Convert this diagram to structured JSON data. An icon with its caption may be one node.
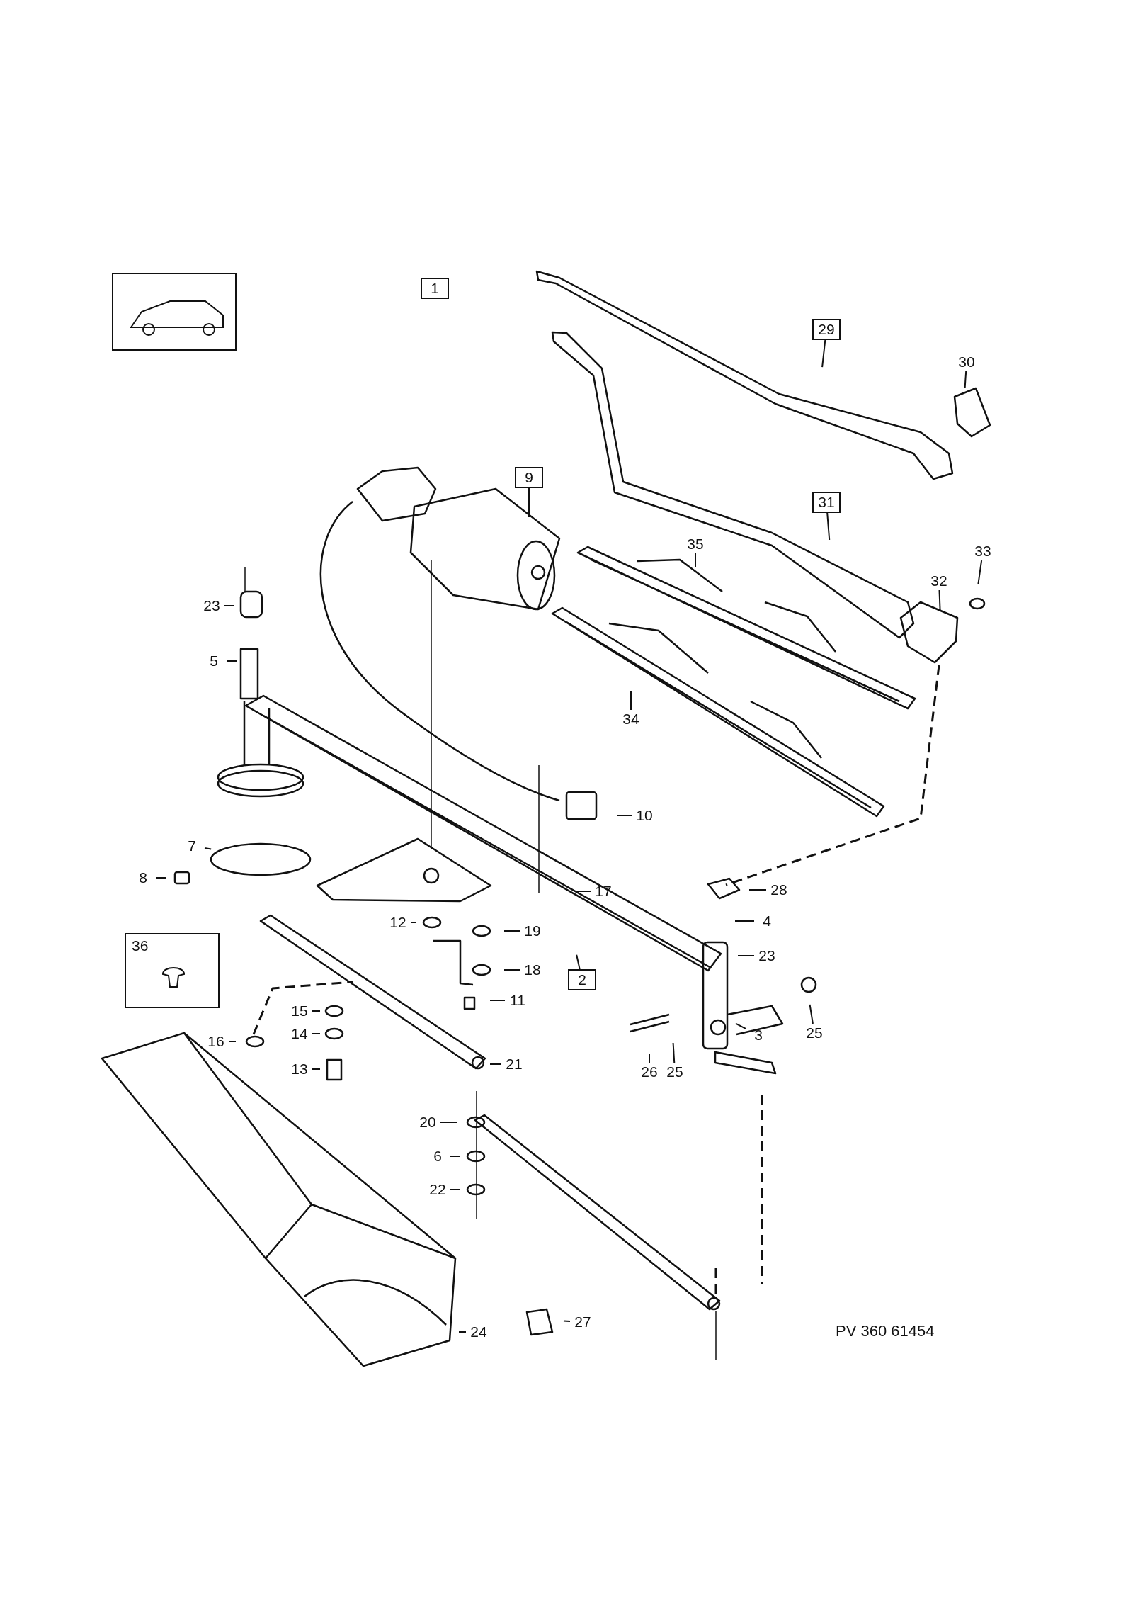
{
  "diagram": {
    "nodes": [
      {
        "text": [
          "1"
        ]
      },
      {
        "text": [
          "29"
        ]
      },
      {
        "text": [
          "30"
        ]
      },
      {
        "text": [
          "9"
        ]
      },
      {
        "text": [
          "31"
        ]
      },
      {
        "text": [
          "35"
        ]
      },
      {
        "text": [
          "33"
        ]
      },
      {
        "text": [
          "32"
        ]
      },
      {
        "text": [
          "23"
        ]
      },
      {
        "text": [
          "5"
        ]
      },
      {
        "text": [
          "34"
        ]
      },
      {
        "text": [
          "10"
        ]
      },
      {
        "text": [
          "7"
        ]
      },
      {
        "text": [
          "8"
        ]
      },
      {
        "text": [
          "17"
        ]
      },
      {
        "text": [
          "28"
        ]
      },
      {
        "text": [
          "12"
        ]
      },
      {
        "text": [
          "4"
        ]
      },
      {
        "text": [
          "19"
        ]
      },
      {
        "text": [
          "36"
        ]
      },
      {
        "text": [
          "23"
        ]
      },
      {
        "text": [
          "2"
        ]
      },
      {
        "text": [
          "18"
        ]
      },
      {
        "text": [
          "11"
        ]
      },
      {
        "text": [
          "15"
        ]
      },
      {
        "text": [
          "16"
        ]
      },
      {
        "text": [
          "14"
        ]
      },
      {
        "text": [
          "3"
        ]
      },
      {
        "text": [
          "25"
        ]
      },
      {
        "text": [
          "21"
        ]
      },
      {
        "text": [
          "13"
        ]
      },
      {
        "text": [
          "26"
        ]
      },
      {
        "text": [
          "25"
        ]
      },
      {
        "text": [
          "20"
        ]
      },
      {
        "text": [
          "6"
        ]
      },
      {
        "text": [
          "22"
        ]
      },
      {
        "text": [
          "27"
        ]
      },
      {
        "text": [
          "24"
        ]
      }
    ],
    "edges": [
      {
        "from": 1,
        "to": null,
        "arrow": "none"
      },
      {
        "from": 2,
        "to": null,
        "arrow": "none"
      },
      {
        "from": 3,
        "to": null,
        "arrow": "none"
      },
      {
        "from": 4,
        "to": null,
        "arrow": "none"
      },
      {
        "from": 5,
        "to": null,
        "arrow": "none"
      },
      {
        "from": 6,
        "to": null,
        "arrow": "none"
      },
      {
        "from": 7,
        "to": null,
        "arrow": "none"
      },
      {
        "from": 8,
        "to": null,
        "arrow": "none"
      },
      {
        "from": 9,
        "to": null,
        "arrow": "none"
      },
      {
        "from": 10,
        "to": null,
        "arrow": "none"
      },
      {
        "from": 11,
        "to": null,
        "arrow": "none"
      },
      {
        "from": 12,
        "to": null,
        "arrow": "none"
      },
      {
        "from": 13,
        "to": null,
        "arrow": "none"
      },
      {
        "from": 14,
        "to": null,
        "arrow": "none"
      },
      {
        "from": 15,
        "to": null,
        "arrow": "none"
      },
      {
        "from": 16,
        "to": null,
        "arrow": "none"
      },
      {
        "from": 17,
        "to": null,
        "arrow": "none"
      },
      {
        "from": 18,
        "to": null,
        "arrow": "none"
      },
      {
        "from": 20,
        "to": null,
        "arrow": "none"
      },
      {
        "from": 21,
        "to": null,
        "arrow": "none"
      },
      {
        "from": 22,
        "to": null,
        "arrow": "none"
      },
      {
        "from": 23,
        "to": null,
        "arrow": "none"
      },
      {
        "from": 24,
        "to": null,
        "arrow": "none"
      },
      {
        "from": 25,
        "to": null,
        "arrow": "none"
      },
      {
        "from": 26,
        "to": null,
        "arrow": "none"
      },
      {
        "from": 27,
        "to": null,
        "arrow": "none"
      },
      {
        "from": 28,
        "to": null,
        "arrow": "none"
      },
      {
        "from": 29,
        "to": null,
        "arrow": "none"
      },
      {
        "from": 30,
        "to": null,
        "arrow": "none"
      },
      {
        "from": 31,
        "to": null,
        "arrow": "none"
      },
      {
        "from": 32,
        "to": null,
        "arrow": "none"
      },
      {
        "from": 33,
        "to": null,
        "arrow": "none"
      },
      {
        "from": 34,
        "to": null,
        "arrow": "none"
      },
      {
        "from": 35,
        "to": null,
        "arrow": "none"
      },
      {
        "from": 36,
        "to": null,
        "arrow": "none"
      },
      {
        "from": 37,
        "to": null,
        "arrow": "none"
      }
    ],
    "labels": [
      "PV 360 61454"
    ]
  }
}
